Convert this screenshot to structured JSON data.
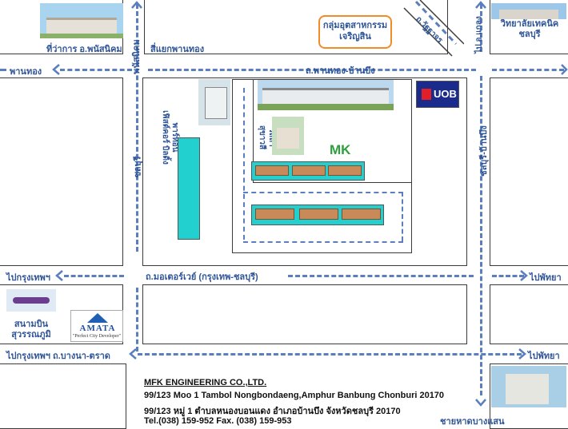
{
  "landmarks": {
    "phanat_district_office": "ที่ว่าการ อ.พนัสนิคม",
    "phan_thong_junction": "สี่แยกพานทอง",
    "industrial_group": "กลุ่มอุตสาหกรรม\nเจริญสิน",
    "tambon_road": "ถ.วัฐฐาจร",
    "to_phan_thong_district": "ไป อ.แกลง",
    "technical_college": "วิทยาลัยเทคนิค\nชลบุรี",
    "phan_thong_west": "พานทอง",
    "phan_thong_ban_bueng_road": "ถ.พานทอง-บ้านบึง",
    "uob_logo": "UOB",
    "mfk_logo": "MK",
    "pratthong_village": "พาร์ทอน\nเฟิสต์คอร์ บิลดิ้ง",
    "villa_label": "วิลล่า\nสุขาวสี",
    "chonburi_vertical": "ชลบุรี",
    "phanat_vertical": "พนัสนิคม",
    "chonburi_ban_bueng": "ชลบุรี-บ้านบึง",
    "to_bangkok_1": "ไปกรุงเทพฯ",
    "motorway": "ถ.มอเตอร์เวย์ (กรุงเทพ-ชลบุรี)",
    "to_pattaya_1": "ไปพัทยา",
    "airport": "สนามบิน\nสุวรรณภูมิ",
    "amata_logo": "AMATA",
    "amata_tagline": "\"Perfect City Developer\"",
    "to_bangkok_2": "ไปกรุงเทพฯ ถ.บางนา-ตราด",
    "to_pattaya_2": "ไปพัทยา",
    "bangsaen_beach": "ชายหาดบางแสน"
  },
  "company": {
    "name": "MFK ENGINEERING CO.,LTD.",
    "address_en": "99/123 Moo 1 Tambol Nongbondaeng,Amphur Banbung Chonburi 20170",
    "address_th": "99/123 หมู่ 1 ตำบลหนองบอนแดง อำเภอบ้านบึง จังหวัดชลบุรี 20170",
    "contact": "Tel.(038) 159-952 Fax. (038) 159-953"
  },
  "colors": {
    "road_dash": "#5b7fbe",
    "label": "#2f5597",
    "orange_box": "#f28c28",
    "building_teal": "#22d0cf"
  }
}
